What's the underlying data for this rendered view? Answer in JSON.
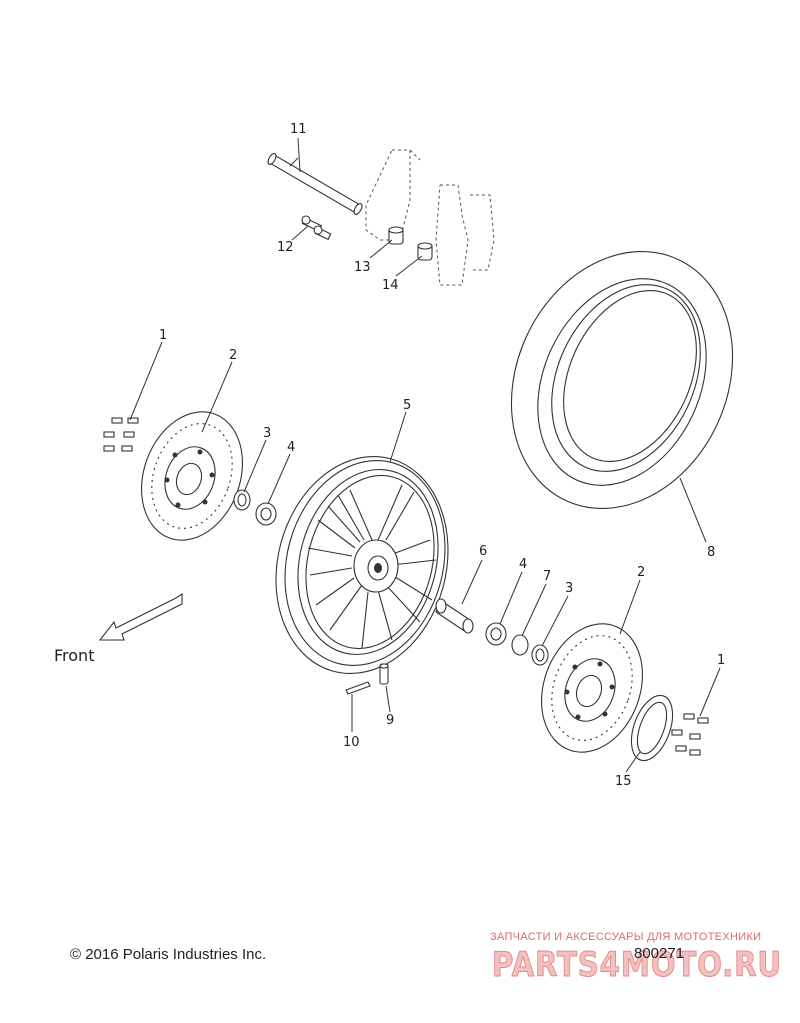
{
  "callouts": [
    {
      "id": "c11",
      "text": "11"
    },
    {
      "id": "c12",
      "text": "12"
    },
    {
      "id": "c13",
      "text": "13"
    },
    {
      "id": "c14",
      "text": "14"
    },
    {
      "id": "c1a",
      "text": "1"
    },
    {
      "id": "c2a",
      "text": "2"
    },
    {
      "id": "c3a",
      "text": "3"
    },
    {
      "id": "c4a",
      "text": "4"
    },
    {
      "id": "c5",
      "text": "5"
    },
    {
      "id": "c6",
      "text": "6"
    },
    {
      "id": "c4b",
      "text": "4"
    },
    {
      "id": "c7",
      "text": "7"
    },
    {
      "id": "c3b",
      "text": "3"
    },
    {
      "id": "c2b",
      "text": "2"
    },
    {
      "id": "c1b",
      "text": "1"
    },
    {
      "id": "c8",
      "text": "8"
    },
    {
      "id": "c9",
      "text": "9"
    },
    {
      "id": "c10",
      "text": "10"
    },
    {
      "id": "c15",
      "text": "15"
    }
  ],
  "direction_label": "Front",
  "copyright": "© 2016 Polaris Industries Inc.",
  "diagram_code": "800271",
  "watermark": {
    "tagline": "ЗАПЧАСТИ И АКСЕССУАРЫ ДЛЯ МОТОТЕХНИКИ",
    "logo": "PARTS4MOTO.RU"
  }
}
